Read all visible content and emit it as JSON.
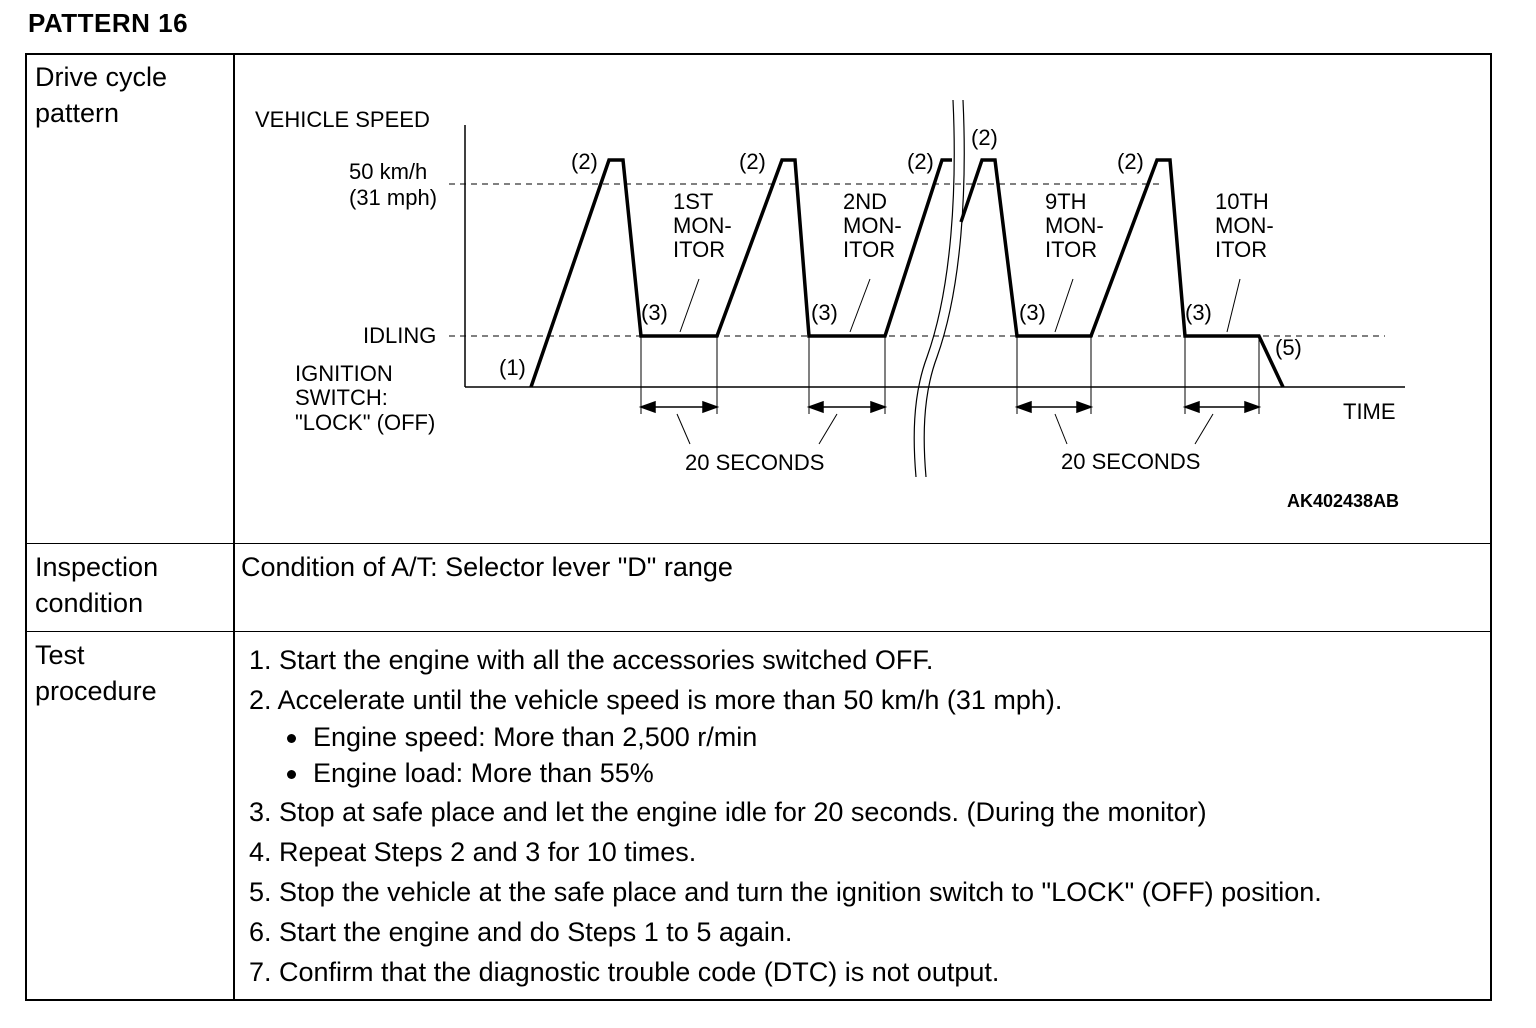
{
  "title": "PATTERN 16",
  "rows": {
    "drive_cycle_label_1": "Drive cycle",
    "drive_cycle_label_2": "pattern",
    "inspection_label_1": "Inspection",
    "inspection_label_2": "condition",
    "inspection_value": "Condition of A/T: Selector lever \"D\" range",
    "test_label_1": "Test",
    "test_label_2": "procedure"
  },
  "diagram": {
    "y_axis_title": "VEHICLE SPEED",
    "speed_label_1": "50 km/h",
    "speed_label_2": "(31 mph)",
    "idling_label": "IDLING",
    "ignition_label_1": "IGNITION",
    "ignition_label_2": "SWITCH:",
    "ignition_label_3": "\"LOCK\" (OFF)",
    "x_axis_title": "TIME",
    "step1": "(1)",
    "step2": "(2)",
    "step3": "(3)",
    "step5": "(5)",
    "monitor_1": [
      "1ST",
      "MON-",
      "ITOR"
    ],
    "monitor_2": [
      "2ND",
      "MON-",
      "ITOR"
    ],
    "monitor_9": [
      "9TH",
      "MON-",
      "ITOR"
    ],
    "monitor_10": [
      "10TH",
      "MON-",
      "ITOR"
    ],
    "duration_label": "20 SECONDS",
    "figure_code": "AK402438AB"
  },
  "steps": [
    {
      "text": "1. Start the engine with all the accessories switched OFF."
    },
    {
      "text": "2. Accelerate until the vehicle speed is more than 50 km/h (31 mph).",
      "sub": [
        "Engine speed: More than 2,500 r/min",
        "Engine load: More than 55%"
      ]
    },
    {
      "text": "3. Stop at safe place and let the engine idle for 20 seconds. (During the monitor)"
    },
    {
      "text": "4. Repeat Steps 2 and 3 for 10 times."
    },
    {
      "text": "5. Stop the vehicle at the safe place and turn the ignition switch to \"LOCK\" (OFF) position."
    },
    {
      "text": "6. Start the engine and do Steps 1 to 5 again."
    },
    {
      "text": "7. Confirm that the diagnostic trouble code (DTC) is not output."
    }
  ]
}
